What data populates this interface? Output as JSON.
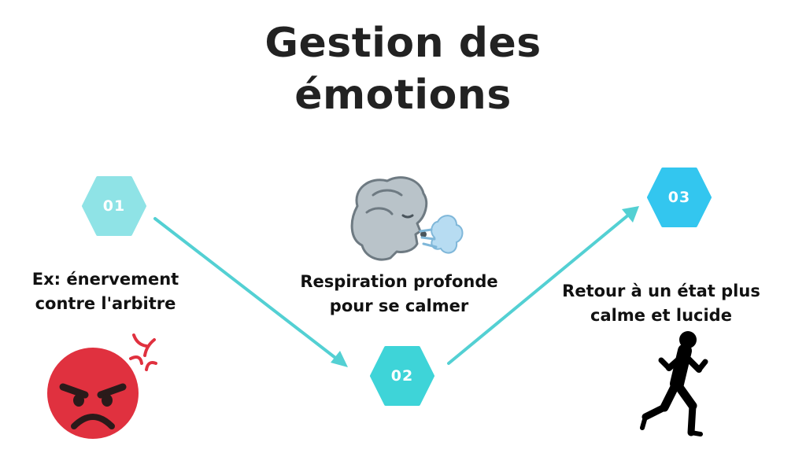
{
  "title": {
    "line1": "Gestion des",
    "line2": "émotions"
  },
  "steps": [
    {
      "number": "01",
      "caption": [
        "Ex: énervement",
        "contre l'arbitre"
      ],
      "icon": "angry-face-icon"
    },
    {
      "number": "02",
      "caption": [
        "Respiration profonde",
        "pour se calmer"
      ],
      "icon": "blowing-wind-face-icon"
    },
    {
      "number": "03",
      "caption": [
        "Retour à un état plus",
        "calme et lucide"
      ],
      "icon": "runner-silhouette-icon"
    }
  ],
  "colors": {
    "step1": "#8fe3e6",
    "step2": "#3ed4d8",
    "step3": "#33c6ef",
    "arrow": "#53d0d3",
    "title": "#222222",
    "angry_face": "#e0313f",
    "anger_symbol": "#e0313f"
  }
}
